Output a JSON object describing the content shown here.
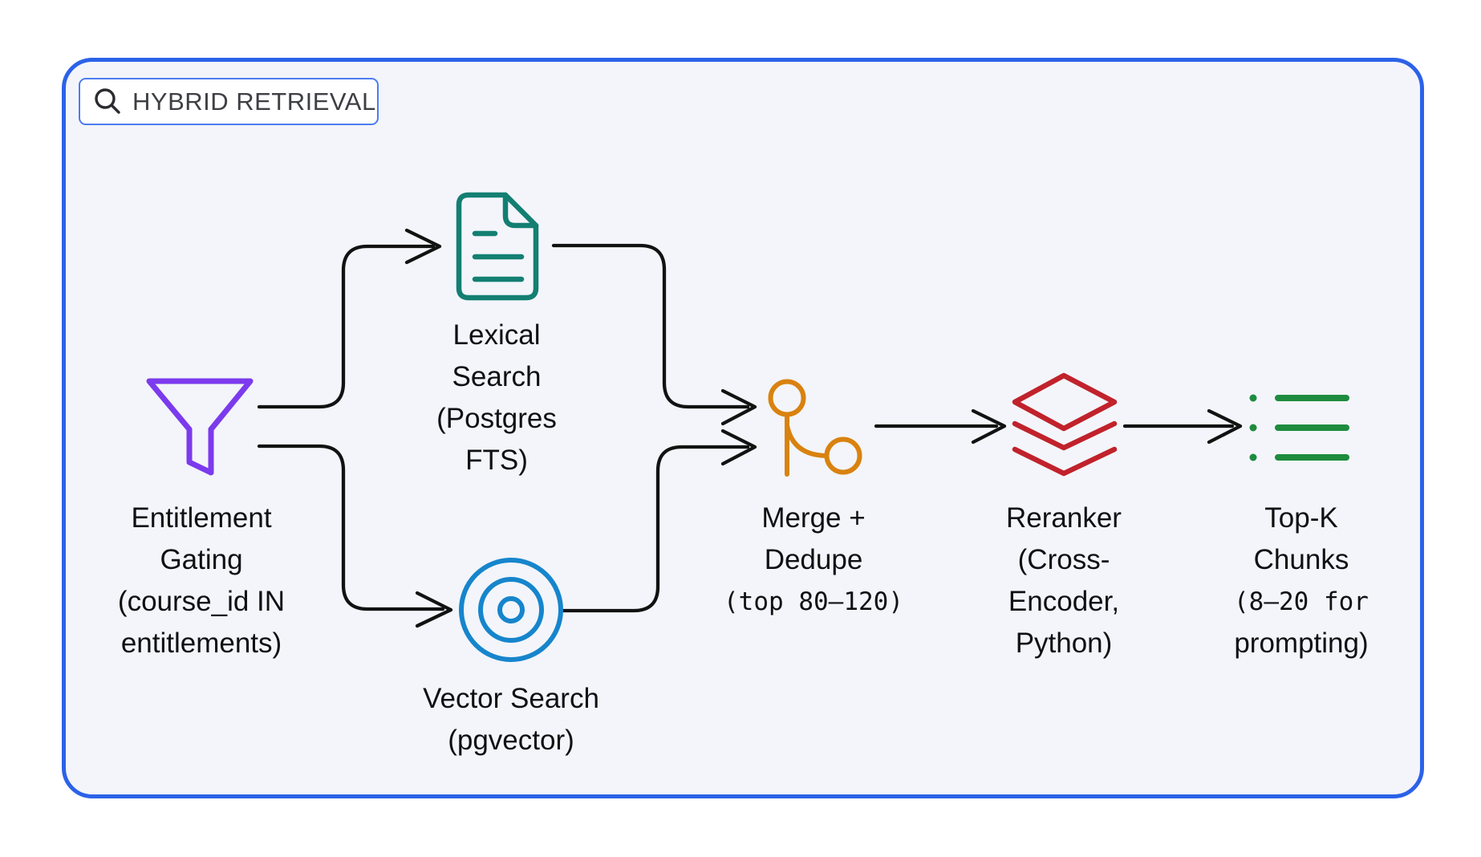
{
  "title": {
    "label": "HYBRID RETRIEVAL",
    "icon": "search-icon"
  },
  "colors": {
    "panel-border": "#2b62e8",
    "panel-bg": "#f3f5fa",
    "titlebox-border": "#4d7bf2",
    "ink": "#121212",
    "text": "#101014",
    "title-text": "#3e3f44",
    "funnel": "#7c3aed",
    "lexical": "#137f72",
    "vector": "#1685cc",
    "merge": "#d9820f",
    "reranker": "#c1222b",
    "topk": "#1e8b3e"
  },
  "nodes": [
    {
      "id": "entitlement-gating",
      "icon": "funnel-icon",
      "lines": [
        "Entitlement",
        "Gating",
        "(course_id IN",
        "entitlements)"
      ]
    },
    {
      "id": "lexical-search",
      "icon": "document-icon",
      "lines": [
        "Lexical",
        "Search",
        "(Postgres",
        "FTS)"
      ]
    },
    {
      "id": "vector-search",
      "icon": "target-icon",
      "lines": [
        "Vector Search",
        "(pgvector)"
      ]
    },
    {
      "id": "merge-dedupe",
      "icon": "git-merge-icon",
      "lines": [
        "Merge +",
        "Dedupe",
        "(top 80–120)"
      ]
    },
    {
      "id": "reranker",
      "icon": "layers-icon",
      "lines": [
        "Reranker",
        "(Cross-",
        "Encoder,",
        "Python)"
      ]
    },
    {
      "id": "top-k-chunks",
      "icon": "list-icon",
      "lines": [
        "Top-K",
        "Chunks",
        "(8–20 for",
        "prompting)"
      ]
    }
  ]
}
